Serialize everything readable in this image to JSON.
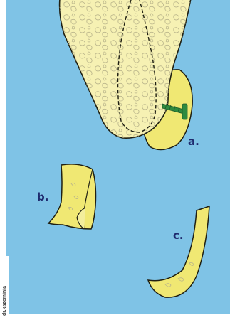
{
  "labels": {
    "a": "a.",
    "b": "b.",
    "c": "c."
  },
  "credit": "dr.kazeminia",
  "colors": {
    "background": "#7fc3e6",
    "bone_fill": "#f6f1b3",
    "graft_fill": "#f0e873",
    "outline": "#1f1f12",
    "screw": "#2f8a3f",
    "label": "#1e2a6e"
  },
  "icons": {
    "fixation": "screw-icon"
  }
}
